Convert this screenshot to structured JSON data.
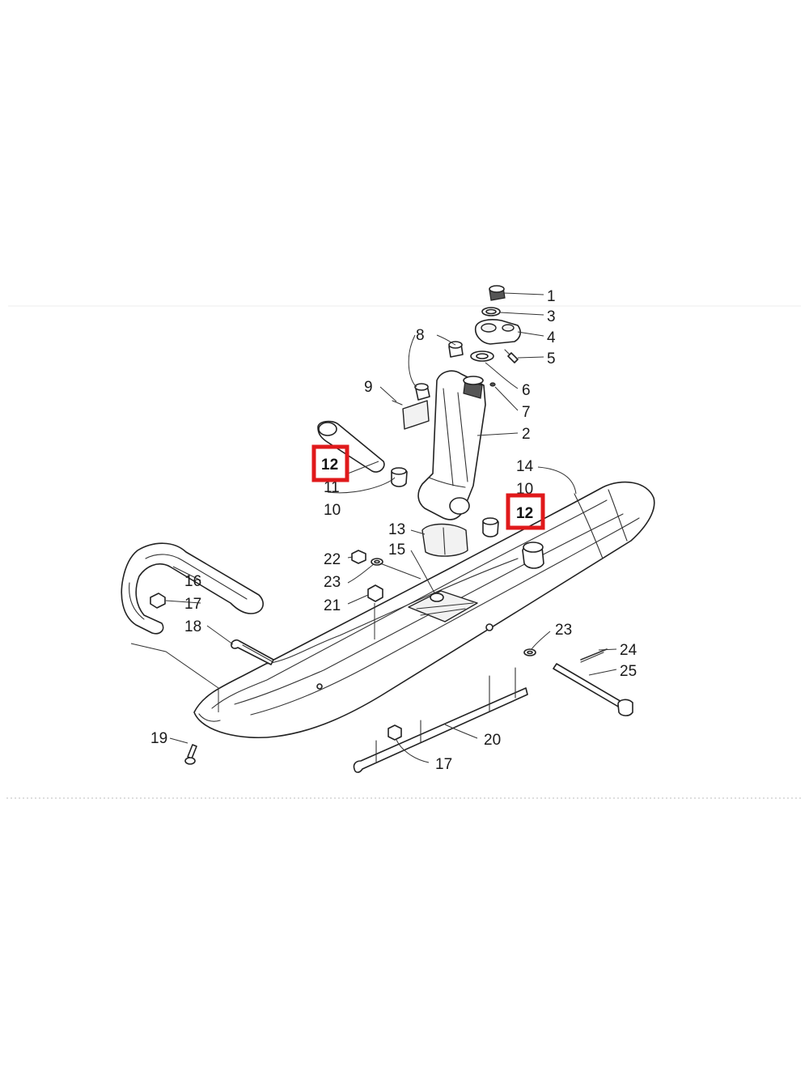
{
  "highlight_color": "#e0191b",
  "callouts": {
    "c1": "1",
    "c2": "2",
    "c3": "3",
    "c4": "4",
    "c5": "5",
    "c6": "6",
    "c7": "7",
    "c8": "8",
    "c9": "9",
    "c10a": "10",
    "c10b": "10",
    "c11": "11",
    "c12a": "12",
    "c12b": "12",
    "c13": "13",
    "c14": "14",
    "c15": "15",
    "c16": "16",
    "c17a": "17",
    "c17b": "17",
    "c18": "18",
    "c19": "19",
    "c20": "20",
    "c21": "21",
    "c22": "22",
    "c23a": "23",
    "c23b": "23",
    "c24": "24",
    "c25": "25"
  }
}
